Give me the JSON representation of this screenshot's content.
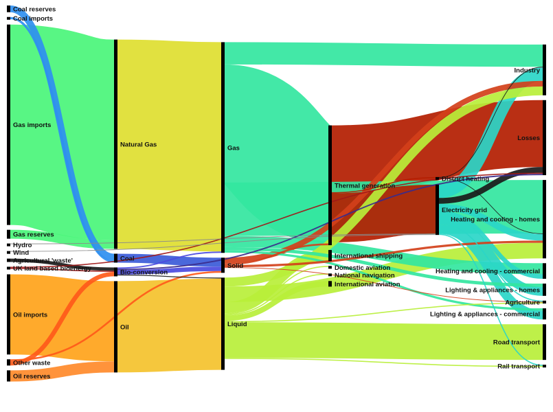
{
  "chart_data": {
    "type": "sankey",
    "title": "",
    "nodes": [
      {
        "id": "coal_reserves",
        "label": "Coal reserves",
        "column": 0,
        "color": "#2f8ff0"
      },
      {
        "id": "coal_imports",
        "label": "Coal imports",
        "column": 0,
        "color": "#2f8ff0"
      },
      {
        "id": "gas_imports",
        "label": "Gas imports",
        "column": 0,
        "color": "#4af57a"
      },
      {
        "id": "gas_reserves",
        "label": "Gas reserves",
        "column": 0,
        "color": "#4af57a"
      },
      {
        "id": "hydro",
        "label": "Hydro",
        "column": 0,
        "color": "#7a7a7a"
      },
      {
        "id": "wind",
        "label": "Wind",
        "column": 0,
        "color": "#7a7a7a"
      },
      {
        "id": "agri_waste",
        "label": "Agricultural 'waste'",
        "column": 0,
        "color": "#1a1a1a"
      },
      {
        "id": "uk_bioenergy",
        "label": "UK land based bioenergy",
        "column": 0,
        "color": "#a01818"
      },
      {
        "id": "oil_imports",
        "label": "Oil imports",
        "column": 0,
        "color": "#ffa31a"
      },
      {
        "id": "other_waste",
        "label": "Other waste",
        "column": 0,
        "color": "#ff5a1a"
      },
      {
        "id": "oil_reserves",
        "label": "Oil reserves",
        "column": 0,
        "color": "#ff8a2a"
      },
      {
        "id": "natural_gas",
        "label": "Natural Gas",
        "column": 1,
        "color": "#dede30"
      },
      {
        "id": "coal",
        "label": "Coal",
        "column": 1,
        "color": "#2f8ff0"
      },
      {
        "id": "bio_conversion",
        "label": "Bio-conversion",
        "column": 1,
        "color": "#1a1a1a"
      },
      {
        "id": "oil",
        "label": "Oil",
        "column": 1,
        "color": "#f4c22c"
      },
      {
        "id": "gas",
        "label": "Gas",
        "column": 2,
        "color": "#33e6a0"
      },
      {
        "id": "solid",
        "label": "Solid",
        "column": 2,
        "color": "#4b4be0"
      },
      {
        "id": "liquid",
        "label": "Liquid",
        "column": 2,
        "color": "#b8ef3a"
      },
      {
        "id": "thermal_generation",
        "label": "Thermal generation",
        "column": 3,
        "color": "#b31d00"
      },
      {
        "id": "international_shipping",
        "label": "International shipping",
        "column": 3,
        "color": "#b8ef3a"
      },
      {
        "id": "domestic_aviation",
        "label": "Domestic aviation",
        "column": 3,
        "color": "#b8ef3a"
      },
      {
        "id": "national_navigation",
        "label": "National navigation",
        "column": 3,
        "color": "#b8ef3a"
      },
      {
        "id": "international_aviation",
        "label": "International aviation",
        "column": 3,
        "color": "#b8ef3a"
      },
      {
        "id": "district_heating",
        "label": "District heating",
        "column": 4,
        "color": "#1a1a1a"
      },
      {
        "id": "electricity_grid",
        "label": "Electricity grid",
        "column": 4,
        "color": "#1a1a1a"
      },
      {
        "id": "industry",
        "label": "Industry",
        "column": 5,
        "color": "#2ad6c8"
      },
      {
        "id": "losses",
        "label": "Losses",
        "column": 5,
        "color": "#1a1a1a"
      },
      {
        "id": "heating_homes",
        "label": "Heating and cooling - homes",
        "column": 5,
        "color": "#2ad6c8"
      },
      {
        "id": "heating_commercial",
        "label": "Heating and cooling - commercial",
        "column": 5,
        "color": "#2ad6c8"
      },
      {
        "id": "lighting_homes",
        "label": "Lighting & appliances - homes",
        "column": 5,
        "color": "#2ad6c8"
      },
      {
        "id": "agriculture",
        "label": "Agriculture",
        "column": 5,
        "color": "#2ad6c8"
      },
      {
        "id": "lighting_commercial",
        "label": "Lighting & appliances - commercial",
        "column": 5,
        "color": "#2ad6c8"
      },
      {
        "id": "road_transport",
        "label": "Road transport",
        "column": 5,
        "color": "#b8ef3a"
      },
      {
        "id": "rail_transport",
        "label": "Rail transport",
        "column": 5,
        "color": "#b8ef3a"
      }
    ],
    "links": [
      {
        "source": "coal_reserves",
        "target": "coal",
        "value": 3,
        "color": "#2f8ff0"
      },
      {
        "source": "coal_imports",
        "target": "coal",
        "value": 1,
        "color": "#2f8ff0"
      },
      {
        "source": "gas_imports",
        "target": "natural_gas",
        "value": 90,
        "color": "#4af57a"
      },
      {
        "source": "gas_reserves",
        "target": "natural_gas",
        "value": 4,
        "color": "#4af57a"
      },
      {
        "source": "hydro",
        "target": "electricity_grid",
        "value": 0.3,
        "color": "#8a8a8a"
      },
      {
        "source": "wind",
        "target": "electricity_grid",
        "value": 0.3,
        "color": "#8a8a8a"
      },
      {
        "source": "agri_waste",
        "target": "bio_conversion",
        "value": 1.5,
        "color": "#1a1a1a"
      },
      {
        "source": "uk_bioenergy",
        "target": "bio_conversion",
        "value": 0.5,
        "color": "#a01818"
      },
      {
        "source": "uk_bioenergy",
        "target": "losses",
        "value": 0.5,
        "color": "#a01818"
      },
      {
        "source": "oil_imports",
        "target": "oil",
        "value": 36,
        "color": "#ffa31a"
      },
      {
        "source": "other_waste",
        "target": "bio_conversion",
        "value": 2,
        "color": "#ff5a1a"
      },
      {
        "source": "other_waste",
        "target": "solid",
        "value": 0.8,
        "color": "#ff5a1a"
      },
      {
        "source": "oil_reserves",
        "target": "oil",
        "value": 5,
        "color": "#ff8a2a"
      },
      {
        "source": "natural_gas",
        "target": "gas",
        "value": 94,
        "color": "#dede30"
      },
      {
        "source": "coal",
        "target": "solid",
        "value": 4,
        "color": "#3b5bd8"
      },
      {
        "source": "bio_conversion",
        "target": "solid",
        "value": 2,
        "color": "#4b4be0"
      },
      {
        "source": "bio_conversion",
        "target": "gas",
        "value": 0.6,
        "color": "#4b4be0"
      },
      {
        "source": "bio_conversion",
        "target": "losses",
        "value": 0.6,
        "color": "#3b2b8b"
      },
      {
        "source": "bio_conversion",
        "target": "liquid",
        "value": 0.4,
        "color": "#1a1a1a"
      },
      {
        "source": "oil",
        "target": "liquid",
        "value": 41,
        "color": "#f4c22c"
      },
      {
        "source": "gas",
        "target": "thermal_generation",
        "value": 53,
        "color": "#33e6a0"
      },
      {
        "source": "gas",
        "target": "industry",
        "value": 10,
        "color": "#33e6a0"
      },
      {
        "source": "gas",
        "target": "heating_homes",
        "value": 24,
        "color": "#33e6a0"
      },
      {
        "source": "gas",
        "target": "heating_commercial",
        "value": 5,
        "color": "#33e6a0"
      },
      {
        "source": "gas",
        "target": "lighting_homes",
        "value": 1.5,
        "color": "#33e6a0"
      },
      {
        "source": "gas",
        "target": "lighting_commercial",
        "value": 1,
        "color": "#33e6a0"
      },
      {
        "source": "solid",
        "target": "thermal_generation",
        "value": 0.8,
        "color": "#d2401a"
      },
      {
        "source": "solid",
        "target": "industry",
        "value": 2.5,
        "color": "#d2401a"
      },
      {
        "source": "solid",
        "target": "heating_homes",
        "value": 1,
        "color": "#d2401a"
      },
      {
        "source": "solid",
        "target": "agriculture",
        "value": 0.3,
        "color": "#d2401a"
      },
      {
        "source": "liquid",
        "target": "international_shipping",
        "value": 5,
        "color": "#b8ef3a"
      },
      {
        "source": "liquid",
        "target": "domestic_aviation",
        "value": 0.5,
        "color": "#b8ef3a"
      },
      {
        "source": "liquid",
        "target": "national_navigation",
        "value": 0.5,
        "color": "#b8ef3a"
      },
      {
        "source": "liquid",
        "target": "international_aviation",
        "value": 2.5,
        "color": "#b8ef3a"
      },
      {
        "source": "liquid",
        "target": "industry",
        "value": 4,
        "color": "#b8ef3a"
      },
      {
        "source": "liquid",
        "target": "heating_homes",
        "value": 7,
        "color": "#b8ef3a"
      },
      {
        "source": "liquid",
        "target": "agriculture",
        "value": 0.5,
        "color": "#b8ef3a"
      },
      {
        "source": "liquid",
        "target": "road_transport",
        "value": 16,
        "color": "#b8ef3a"
      },
      {
        "source": "liquid",
        "target": "rail_transport",
        "value": 0.5,
        "color": "#b8ef3a"
      },
      {
        "source": "thermal_generation",
        "target": "electricity_grid",
        "value": 22,
        "color": "#b31d00"
      },
      {
        "source": "thermal_generation",
        "target": "district_heating",
        "value": 0.5,
        "color": "#b31d00"
      },
      {
        "source": "thermal_generation",
        "target": "losses",
        "value": 30,
        "color": "#b31d00"
      },
      {
        "source": "district_heating",
        "target": "industry",
        "value": 0.3,
        "color": "#1a1a1a"
      },
      {
        "source": "district_heating",
        "target": "heating_homes",
        "value": 0.2,
        "color": "#1a1a1a"
      },
      {
        "source": "electricity_grid",
        "target": "industry",
        "value": 6,
        "color": "#2ad6c8"
      },
      {
        "source": "electricity_grid",
        "target": "heating_homes",
        "value": 3,
        "color": "#2ad6c8"
      },
      {
        "source": "electricity_grid",
        "target": "heating_commercial",
        "value": 2,
        "color": "#2ad6c8"
      },
      {
        "source": "electricity_grid",
        "target": "lighting_homes",
        "value": 4,
        "color": "#2ad6c8"
      },
      {
        "source": "electricity_grid",
        "target": "lighting_commercial",
        "value": 4,
        "color": "#2ad6c8"
      },
      {
        "source": "electricity_grid",
        "target": "agriculture",
        "value": 0.5,
        "color": "#2ad6c8"
      },
      {
        "source": "electricity_grid",
        "target": "rail_transport",
        "value": 0.5,
        "color": "#2ad6c8"
      },
      {
        "source": "electricity_grid",
        "target": "losses",
        "value": 2.6,
        "color": "#1a1a1a"
      }
    ]
  }
}
